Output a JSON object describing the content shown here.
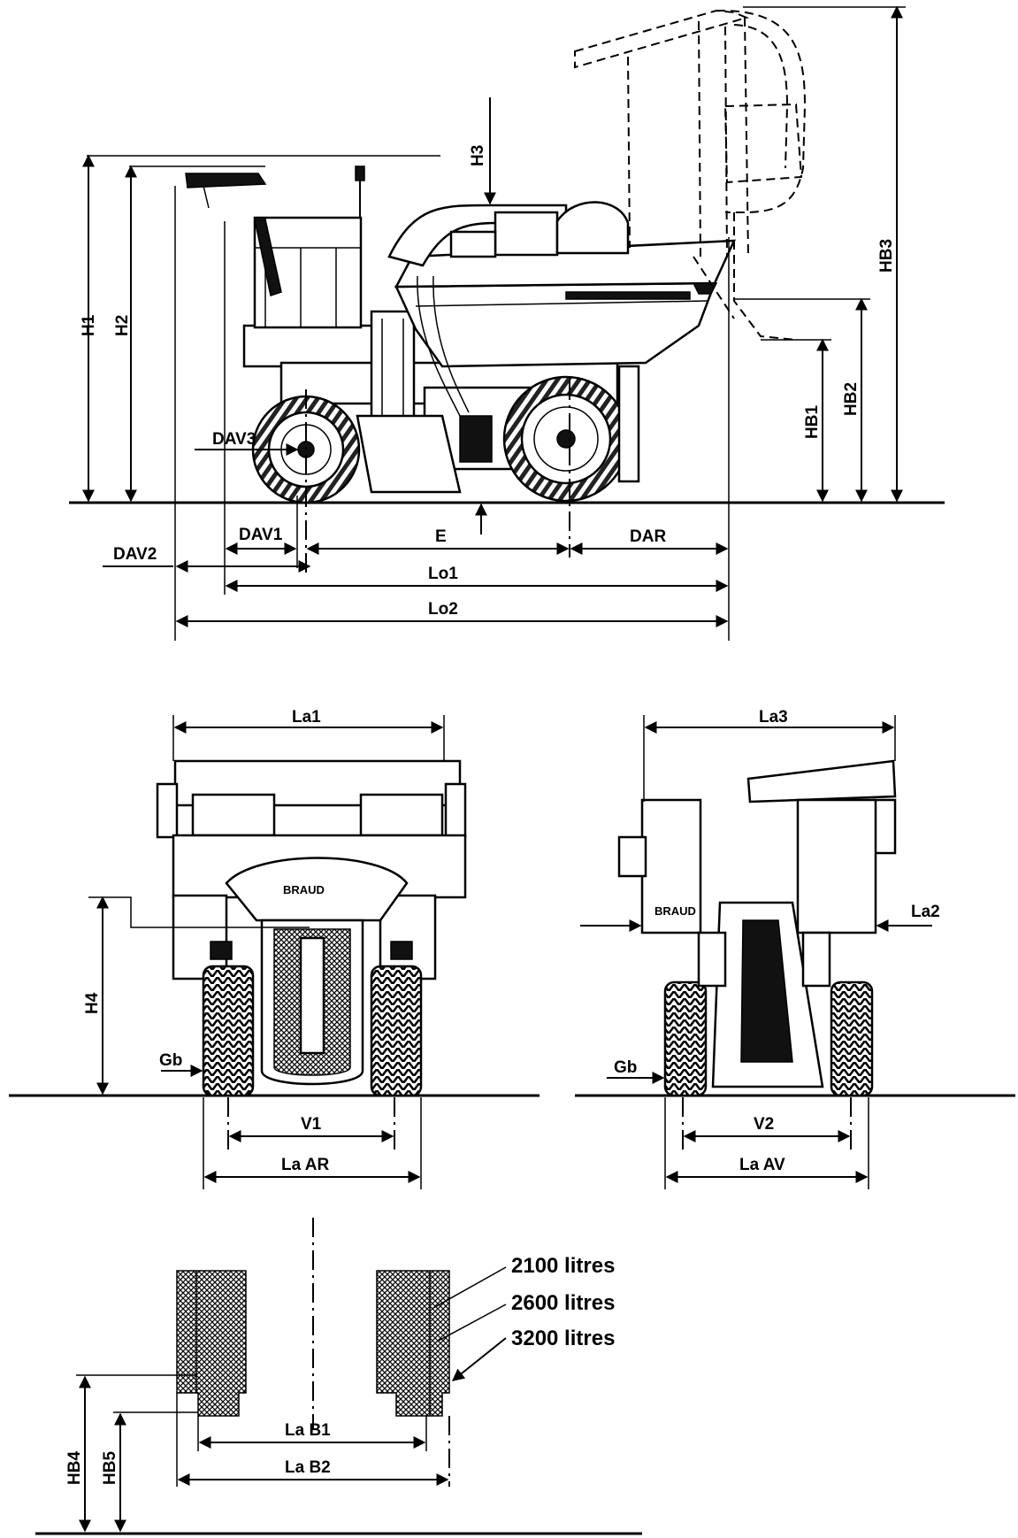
{
  "side_view": {
    "labels": {
      "h1": "H1",
      "h2": "H2",
      "h3": "H3",
      "hb1": "HB1",
      "hb2": "HB2",
      "hb3": "HB3",
      "dav1": "DAV1",
      "dav2": "DAV2",
      "dav3": "DAV3",
      "e": "E",
      "dar": "DAR",
      "lo1": "Lo1",
      "lo2": "Lo2"
    }
  },
  "rear_view": {
    "labels": {
      "la1": "La1",
      "h4": "H4",
      "gb": "Gb",
      "v1": "V1",
      "la_ar": "La AR"
    },
    "brand": "BRAUD"
  },
  "front_view": {
    "labels": {
      "la3": "La3",
      "la2": "La2",
      "gb": "Gb",
      "v2": "V2",
      "la_av": "La AV"
    },
    "brand": "BRAUD"
  },
  "bin_view": {
    "labels": {
      "hb4": "HB4",
      "hb5": "HB5",
      "la_b1": "La B1",
      "la_b2": "La B2"
    },
    "capacities": [
      "2100 litres",
      "2600 litres",
      "3200 litres"
    ]
  }
}
